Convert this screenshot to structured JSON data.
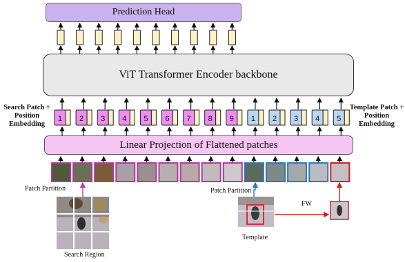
{
  "prediction_head": {
    "label": "Prediction Head"
  },
  "encoder": {
    "label": "ViT Transformer Encoder backbone"
  },
  "linear_projection": {
    "label": "Linear Projection of Flattened patches"
  },
  "search_label": {
    "line1": "Search Patch +",
    "line2": "Position",
    "line3": "Embedding"
  },
  "template_label": {
    "line1": "Template Patch +",
    "line2": "Position",
    "line3": "Embedding"
  },
  "search_tokens": [
    "1",
    "2",
    "3",
    "4",
    "5",
    "6",
    "7",
    "8",
    "9"
  ],
  "template_tokens": [
    "1",
    "2",
    "3",
    "4",
    "5"
  ],
  "captions": {
    "patch_partition_left": "Patch Partition",
    "patch_partition_right": "Patch Partition",
    "search_region": "Search Region",
    "template": "Template",
    "fw": "FW"
  },
  "colors": {
    "search_token": "#f08df0",
    "template_token": "#bcd6ee",
    "embed_token": "#fdf2c7",
    "search_border": "#b03aa0",
    "template_border": "#2e78b5",
    "red_accent": "#d42020"
  }
}
